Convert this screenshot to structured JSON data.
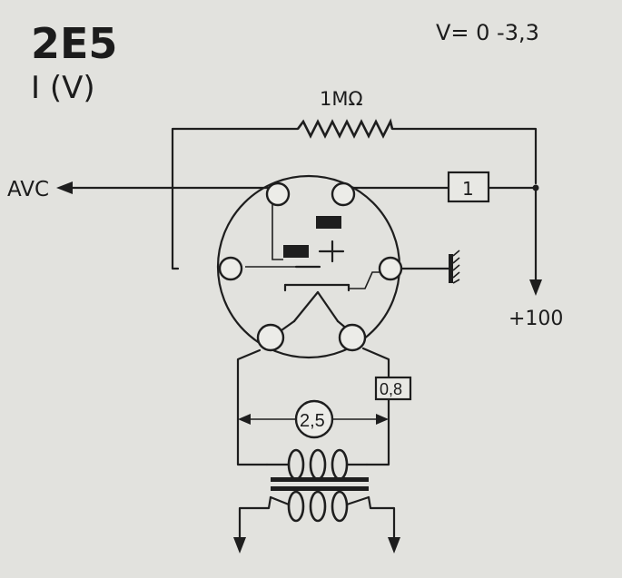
{
  "tube_type": "2E5",
  "tube_class": "I (V)",
  "voltage_range": "V= 0 -3,3",
  "resistor_label": "1MΩ",
  "avc_label": "AVC",
  "box_anode_value": "1",
  "supply_label": "+100",
  "box_filament_value": "0,8",
  "filament_voltage": "2,5"
}
